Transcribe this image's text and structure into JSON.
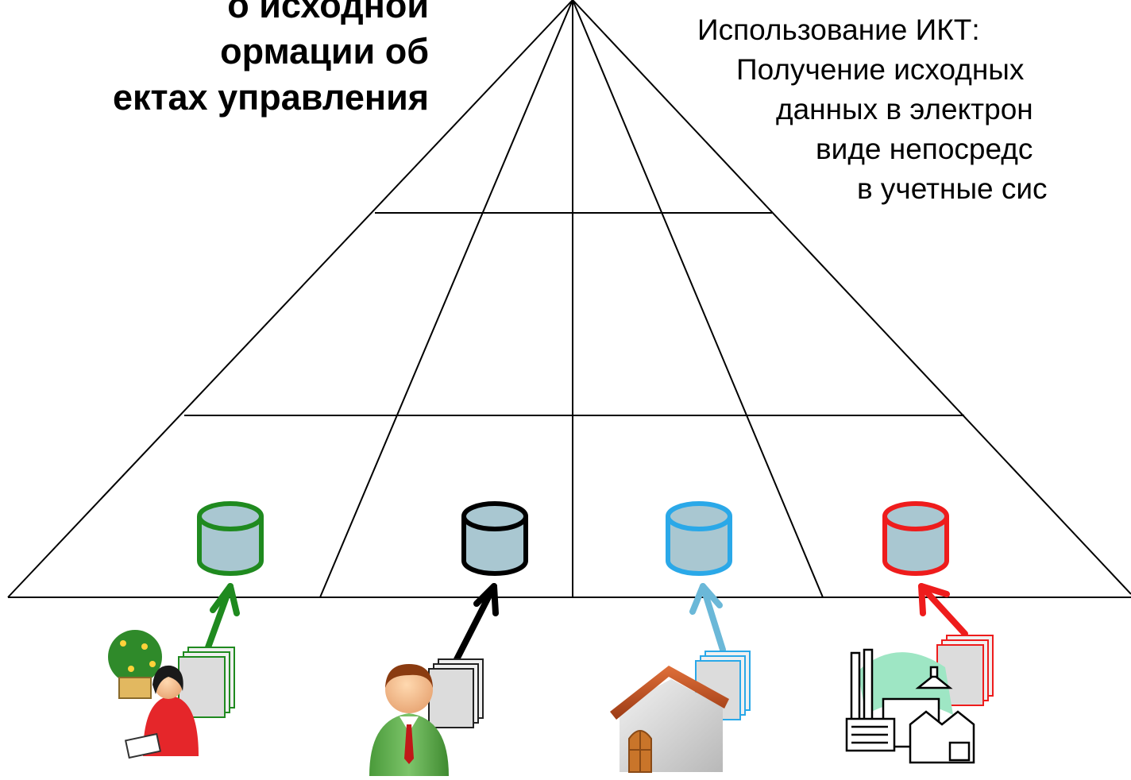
{
  "title": {
    "lines": [
      "о исходной",
      "ормации об",
      "ектах управления"
    ]
  },
  "ict": {
    "heading": "Использование ИКТ:",
    "lines": [
      "Получение исходных",
      "данных в электрон",
      "виде  непосредс",
      "в учетные сис"
    ]
  },
  "columns": [
    {
      "color": "#1f8a1f",
      "arrow_color": "#1f8a1f",
      "source_icon": "person-with-tree-icon",
      "database_icon": "database-icon"
    },
    {
      "color": "#000000",
      "arrow_color": "#000000",
      "source_icon": "businessman-icon",
      "database_icon": "database-icon"
    },
    {
      "color": "#2aa8e8",
      "arrow_color": "#6bb8d8",
      "source_icon": "house-icon",
      "database_icon": "database-icon"
    },
    {
      "color": "#ee1c1c",
      "arrow_color": "#ee1c1c",
      "source_icon": "factory-icon",
      "database_icon": "database-icon"
    }
  ]
}
